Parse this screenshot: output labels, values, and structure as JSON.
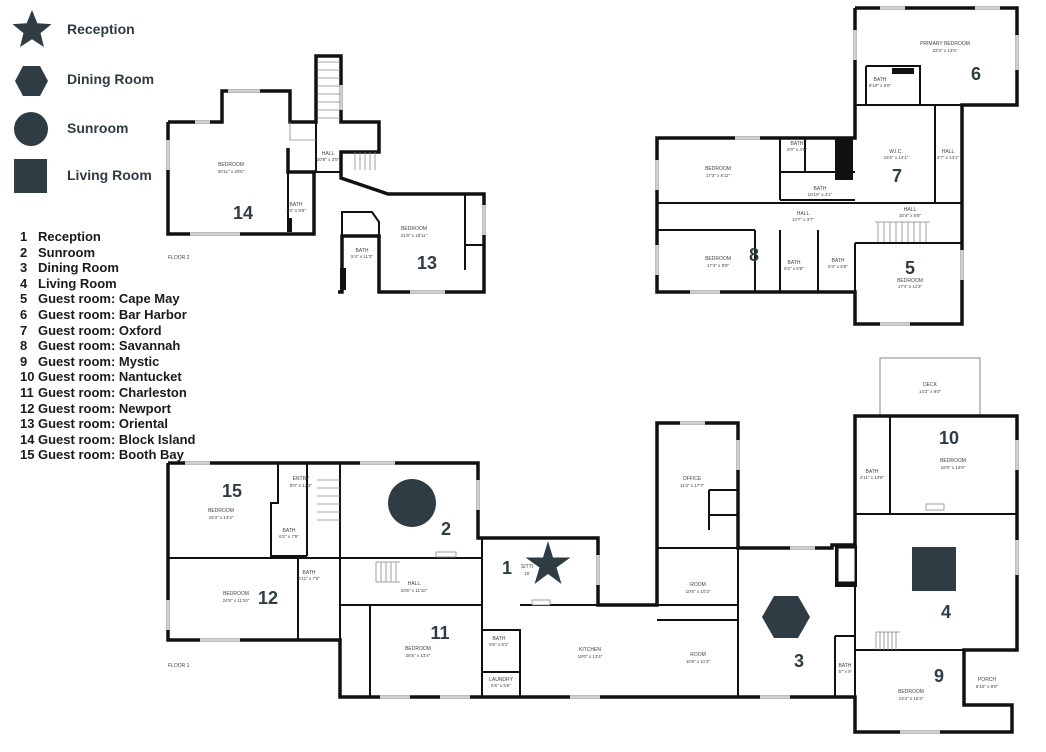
{
  "legend": {
    "symbols": [
      {
        "shape": "star",
        "label": "Reception"
      },
      {
        "shape": "hexagon",
        "label": "Dining Room"
      },
      {
        "shape": "circle",
        "label": "Sunroom"
      },
      {
        "shape": "square",
        "label": "Living Room"
      }
    ],
    "symbol_color": "#2f3c44"
  },
  "key": [
    {
      "num": "1",
      "label": "Reception"
    },
    {
      "num": "2",
      "label": "Sunroom"
    },
    {
      "num": "3",
      "label": "Dining Room"
    },
    {
      "num": "4",
      "label": "Living Room"
    },
    {
      "num": "5",
      "label": "Guest room: Cape May"
    },
    {
      "num": "6",
      "label": "Guest room: Bar Harbor"
    },
    {
      "num": "7",
      "label": "Guest room: Oxford"
    },
    {
      "num": "8",
      "label": "Guest room: Savannah"
    },
    {
      "num": "9",
      "label": "Guest room: Mystic"
    },
    {
      "num": "10",
      "label": "Guest room: Nantucket"
    },
    {
      "num": "11",
      "label": "Guest room: Charleston"
    },
    {
      "num": "12",
      "label": "Guest room: Newport"
    },
    {
      "num": "13",
      "label": "Guest room: Oriental"
    },
    {
      "num": "14",
      "label": "Guest room: Block Island"
    },
    {
      "num": "15",
      "label": "Guest room: Booth Bay"
    }
  ],
  "floors": {
    "floor2_label": "FLOOR 2",
    "floor1_label": "FLOOR 1"
  },
  "rooms": {
    "f2_bedroom14": {
      "name": "BEDROOM",
      "dim": "20'11\" x 20'5\""
    },
    "f2_bath14": {
      "name": "BATH",
      "dim": "4'0\" x 8'6\""
    },
    "f2_hall": {
      "name": "HALL",
      "dim": "20'8\" x 3'0\""
    },
    "f2_bedroom13": {
      "name": "BEDROOM",
      "dim": "21'8\" x 18'11\""
    },
    "f2_bath13": {
      "name": "BATH",
      "dim": "5'4\" x 11'3\""
    },
    "f2_primary": {
      "name": "PRIMARY BEDROOM",
      "dim": "23'3\" x 13'6\""
    },
    "f2_bath6": {
      "name": "BATH",
      "dim": "8'10\" x 5'0\""
    },
    "f2_wic": {
      "name": "W.I.C.",
      "dim": "15'5\" x 14'1\""
    },
    "f2_hall7": {
      "name": "HALL",
      "dim": "3'7\" x 14'1\""
    },
    "f2_bedroom_a": {
      "name": "BEDROOM",
      "dim": "17'3\" x 8'11\""
    },
    "f2_bath_a": {
      "name": "BATH",
      "dim": "8'0\" x 4'5\""
    },
    "f2_bath_b": {
      "name": "BATH",
      "dim": "10'10\" x 4'1\""
    },
    "f2_hall_b": {
      "name": "HALL",
      "dim": "10'4\" x 5'8\""
    },
    "f2_hall_c": {
      "name": "HALL",
      "dim": "14'7\" x 3'7\""
    },
    "f2_bedroom8": {
      "name": "BEDROOM",
      "dim": "17'4\" x 8'8\""
    },
    "f2_bath8a": {
      "name": "BATH",
      "dim": "5'2\" x 6'8\""
    },
    "f2_bath8b": {
      "name": "BATH",
      "dim": "5'3\" x 6'8\""
    },
    "f2_bedroom5": {
      "name": "BEDROOM",
      "dim": "17'4\" x 11'3\""
    },
    "f1_deck": {
      "name": "DECK",
      "dim": "14'2\" x 8'0\""
    },
    "f1_bedroom10": {
      "name": "BEDROOM",
      "dim": "18'0\" x 13'6\""
    },
    "f1_bath10": {
      "name": "BATH",
      "dim": "4'11\" x 13'6\""
    },
    "f1_office": {
      "name": "OFFICE",
      "dim": "11'3\" x 17'7\""
    },
    "f1_entry": {
      "name": "ENTRY",
      "dim": "9'0\" x 13'3\""
    },
    "f1_bedroom15": {
      "name": "BEDROOM",
      "dim": "15'3\" x 13'3\""
    },
    "f1_bath15": {
      "name": "BATH",
      "dim": "6'2\" x 7'5\""
    },
    "f1_sitting": {
      "name": "SITTI",
      "dim": "15'"
    },
    "f1_bath12": {
      "name": "BATH",
      "dim": "5'11\" x 7'6\""
    },
    "f1_bedroom12": {
      "name": "BEDROOM",
      "dim": "24'8\" x 11'10\""
    },
    "f1_hall": {
      "name": "HALL",
      "dim": "20'5\" x 11'10\""
    },
    "f1_room_a": {
      "name": "ROOM",
      "dim": "10'6\" x 10'3\""
    },
    "f1_room_b": {
      "name": "ROOM",
      "dim": "10'6\" x 11'3\""
    },
    "f1_bedroom11": {
      "name": "BEDROOM",
      "dim": "26'5\" x 13'4\""
    },
    "f1_bath11": {
      "name": "BATH",
      "dim": "5'6\" x 8'1\""
    },
    "f1_kitchen": {
      "name": "KITCHEN",
      "dim": "19'0\" x 13'4\""
    },
    "f1_laundry": {
      "name": "LAUNDRY",
      "dim": "5'6\" x 5'6\""
    },
    "f1_bath9": {
      "name": "BATH",
      "dim": "5'\" x 9'"
    },
    "f1_bedroom9": {
      "name": "BEDROOM",
      "dim": "13'4\" x 16'3\""
    },
    "f1_porch": {
      "name": "PORCH",
      "dim": "6'10\" x 8'0\""
    }
  },
  "room_numbers": {
    "n14": "14",
    "n13": "13",
    "n6": "6",
    "n7": "7",
    "n8": "8",
    "n5": "5",
    "n10": "10",
    "n15": "15",
    "n2": "2",
    "n1": "1",
    "n12": "12",
    "n11": "11",
    "n3": "3",
    "n4": "4",
    "n9": "9"
  }
}
